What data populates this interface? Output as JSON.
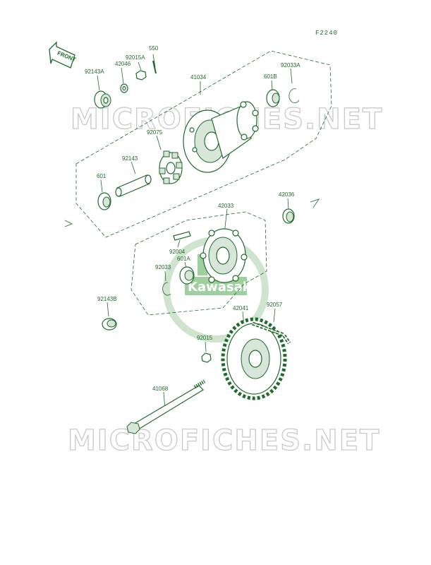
{
  "diagram_code": "F2240",
  "front_label": "FRONT",
  "watermark_text": "MICROFICHES.NET",
  "logo_text": "Kawasaki",
  "colors": {
    "ink": "#1f6b2c",
    "watermark": "#c9c9c9",
    "background": "#ffffff"
  },
  "part_labels": {
    "p550": "550",
    "p92015A": "92015A",
    "p42046": "42046",
    "p92143A": "92143A",
    "p41034": "41034",
    "p92033A": "92033A",
    "p601B": "601B",
    "p92075": "92075",
    "p92143": "92143",
    "p601": "601",
    "p42036": "42036",
    "p42033": "42033",
    "p92004": "92004",
    "p601A": "601A",
    "p92033": "92033",
    "p92143B": "92143B",
    "p42041": "42041",
    "p92057": "92057",
    "p92015": "92015",
    "p41068": "41068"
  }
}
